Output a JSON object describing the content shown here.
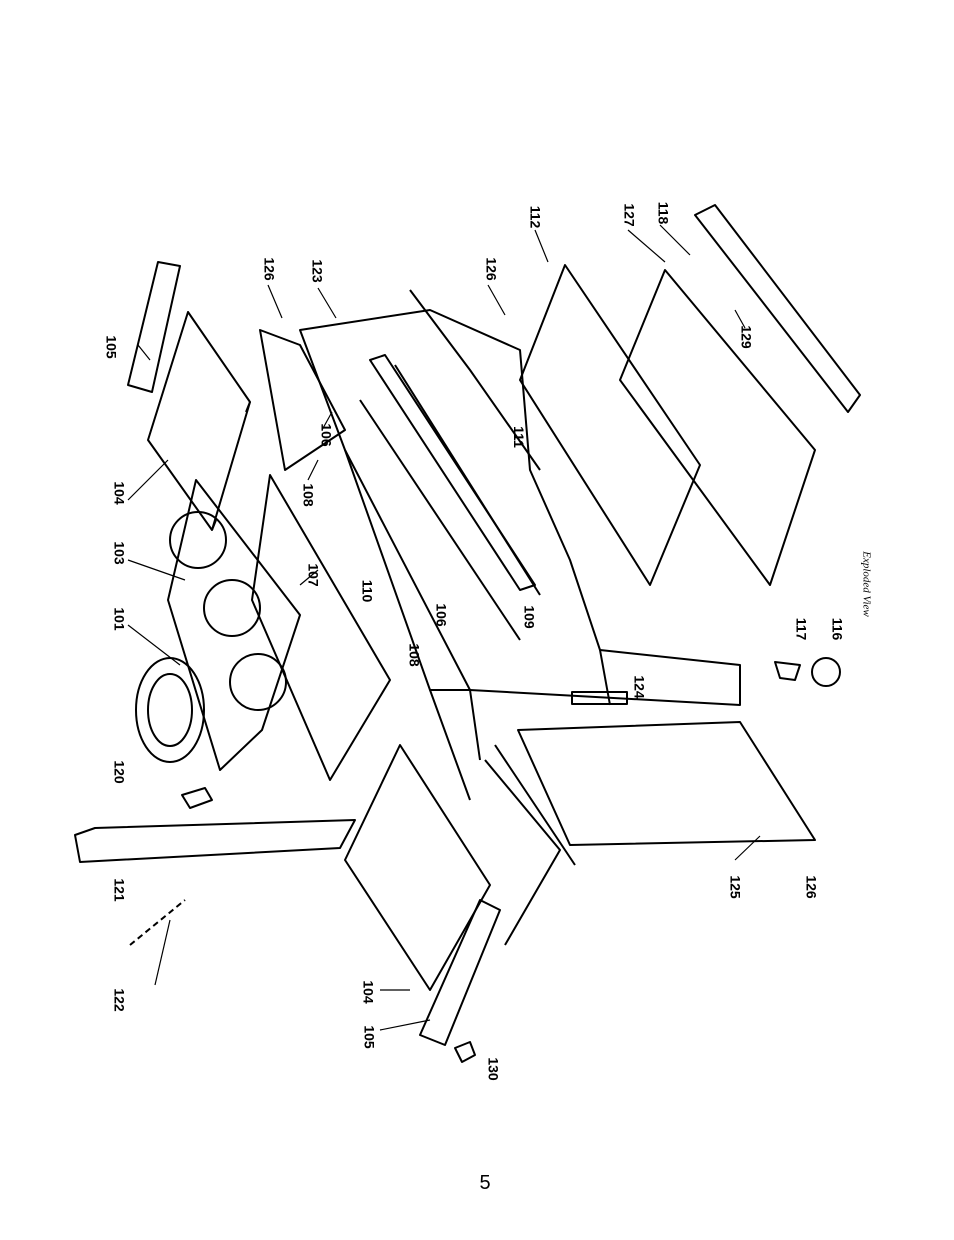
{
  "figure": {
    "caption": "Exploded View",
    "parts": [
      {
        "id": "105a",
        "label": "105"
      },
      {
        "id": "104a",
        "label": "104"
      },
      {
        "id": "103",
        "label": "103"
      },
      {
        "id": "101",
        "label": "101"
      },
      {
        "id": "120",
        "label": "120"
      },
      {
        "id": "121",
        "label": "121"
      },
      {
        "id": "122",
        "label": "122"
      },
      {
        "id": "126a",
        "label": "126"
      },
      {
        "id": "123",
        "label": "123"
      },
      {
        "id": "108a",
        "label": "108"
      },
      {
        "id": "106a",
        "label": "106"
      },
      {
        "id": "107",
        "label": "107"
      },
      {
        "id": "110",
        "label": "110"
      },
      {
        "id": "108b",
        "label": "108"
      },
      {
        "id": "106b",
        "label": "106"
      },
      {
        "id": "126b",
        "label": "126"
      },
      {
        "id": "111",
        "label": "111"
      },
      {
        "id": "109",
        "label": "109"
      },
      {
        "id": "112",
        "label": "112"
      },
      {
        "id": "127",
        "label": "127"
      },
      {
        "id": "118",
        "label": "118"
      },
      {
        "id": "129",
        "label": "129"
      },
      {
        "id": "124",
        "label": "124"
      },
      {
        "id": "117",
        "label": "117"
      },
      {
        "id": "116",
        "label": "116"
      },
      {
        "id": "125",
        "label": "125"
      },
      {
        "id": "126c",
        "label": "126"
      },
      {
        "id": "104b",
        "label": "104"
      },
      {
        "id": "105b",
        "label": "105"
      },
      {
        "id": "130",
        "label": "130"
      }
    ]
  },
  "page": {
    "number": "5"
  }
}
